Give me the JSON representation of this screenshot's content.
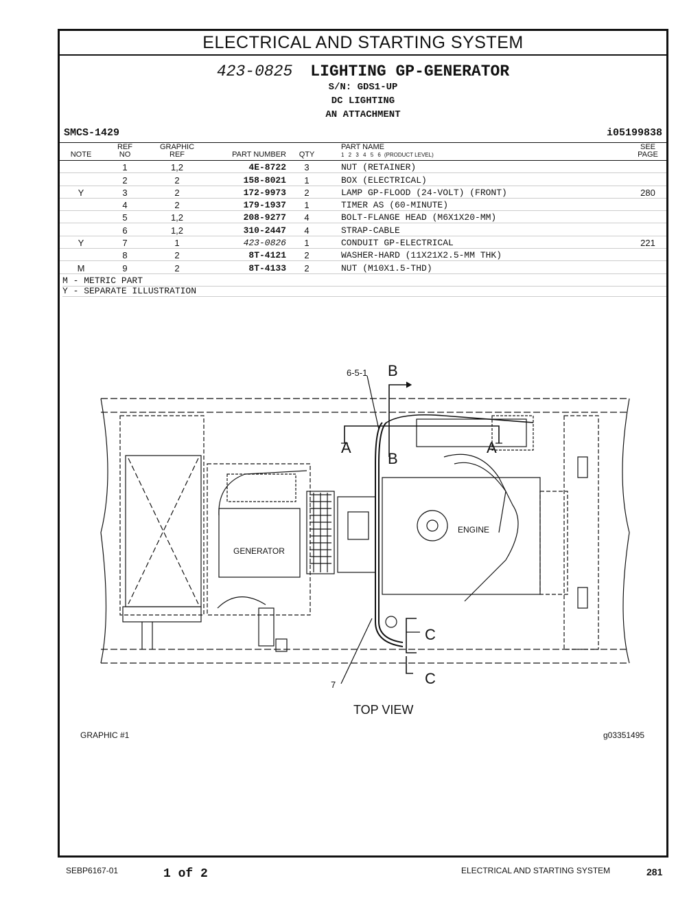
{
  "header": {
    "section_title": "ELECTRICAL AND STARTING SYSTEM"
  },
  "group": {
    "part_number": "423-0825",
    "name": "LIGHTING GP-GENERATOR",
    "serial": "S/N: GDS1-UP",
    "line2": "DC LIGHTING",
    "line3": "AN ATTACHMENT",
    "smcs": "SMCS-1429",
    "illustration_id": "i05199838"
  },
  "table": {
    "headers": {
      "note": "NOTE",
      "ref_top": "REF",
      "ref_bottom": "NO",
      "graphic_top": "GRAPHIC",
      "graphic_bottom": "REF",
      "part_number": "PART NUMBER",
      "qty": "QTY",
      "part_name": "PART NAME",
      "levels": "1 2 3 4 5 6",
      "product_level": "(PRODUCT LEVEL)",
      "see_top": "SEE",
      "see_bottom": "PAGE"
    },
    "rows": [
      {
        "note": "",
        "ref": "1",
        "gref": "1,2",
        "pn": "4E-8722",
        "qty": "3",
        "name": "NUT (RETAINER)",
        "see": ""
      },
      {
        "note": "",
        "ref": "2",
        "gref": "2",
        "pn": "158-8021",
        "qty": "1",
        "name": "BOX (ELECTRICAL)",
        "see": ""
      },
      {
        "note": "Y",
        "ref": "3",
        "gref": "2",
        "pn": "172-9973",
        "qty": "2",
        "name": "LAMP GP-FLOOD (24-VOLT) (FRONT)",
        "see": "280"
      },
      {
        "note": "",
        "ref": "4",
        "gref": "2",
        "pn": "179-1937",
        "qty": "1",
        "name": "TIMER AS (60-MINUTE)",
        "see": ""
      },
      {
        "note": "",
        "ref": "5",
        "gref": "1,2",
        "pn": "208-9277",
        "qty": "4",
        "name": "BOLT-FLANGE HEAD (M6X1X20-MM)",
        "see": ""
      },
      {
        "note": "",
        "ref": "6",
        "gref": "1,2",
        "pn": "310-2447",
        "qty": "4",
        "name": "STRAP-CABLE",
        "see": ""
      },
      {
        "note": "Y",
        "ref": "7",
        "gref": "1",
        "pn": "423-0826",
        "qty": "1",
        "name": "CONDUIT GP-ELECTRICAL",
        "see": "221"
      },
      {
        "note": "",
        "ref": "8",
        "gref": "2",
        "pn": "8T-4121",
        "qty": "2",
        "name": "WASHER-HARD (11X21X2.5-MM THK)",
        "see": ""
      },
      {
        "note": "M",
        "ref": "9",
        "gref": "2",
        "pn": "8T-4133",
        "qty": "2",
        "name": "NUT (M10X1.5-THD)",
        "see": ""
      }
    ]
  },
  "notes": {
    "metric": "M - METRIC PART",
    "separate": "Y - SEPARATE ILLUSTRATION"
  },
  "figure": {
    "callout_top": "6-5-1",
    "callout_bottom": "7",
    "section_a": "A",
    "section_b": "B",
    "section_c": "C",
    "generator_label": "GENERATOR",
    "engine_label": "ENGINE",
    "view_label": "TOP VIEW",
    "graphic_label": "GRAPHIC #1",
    "graphic_id": "g03351495"
  },
  "footer": {
    "doc_id": "SEBP6167-01",
    "page_of": "1 of 2",
    "section": "ELECTRICAL AND STARTING SYSTEM",
    "page_number": "281"
  }
}
